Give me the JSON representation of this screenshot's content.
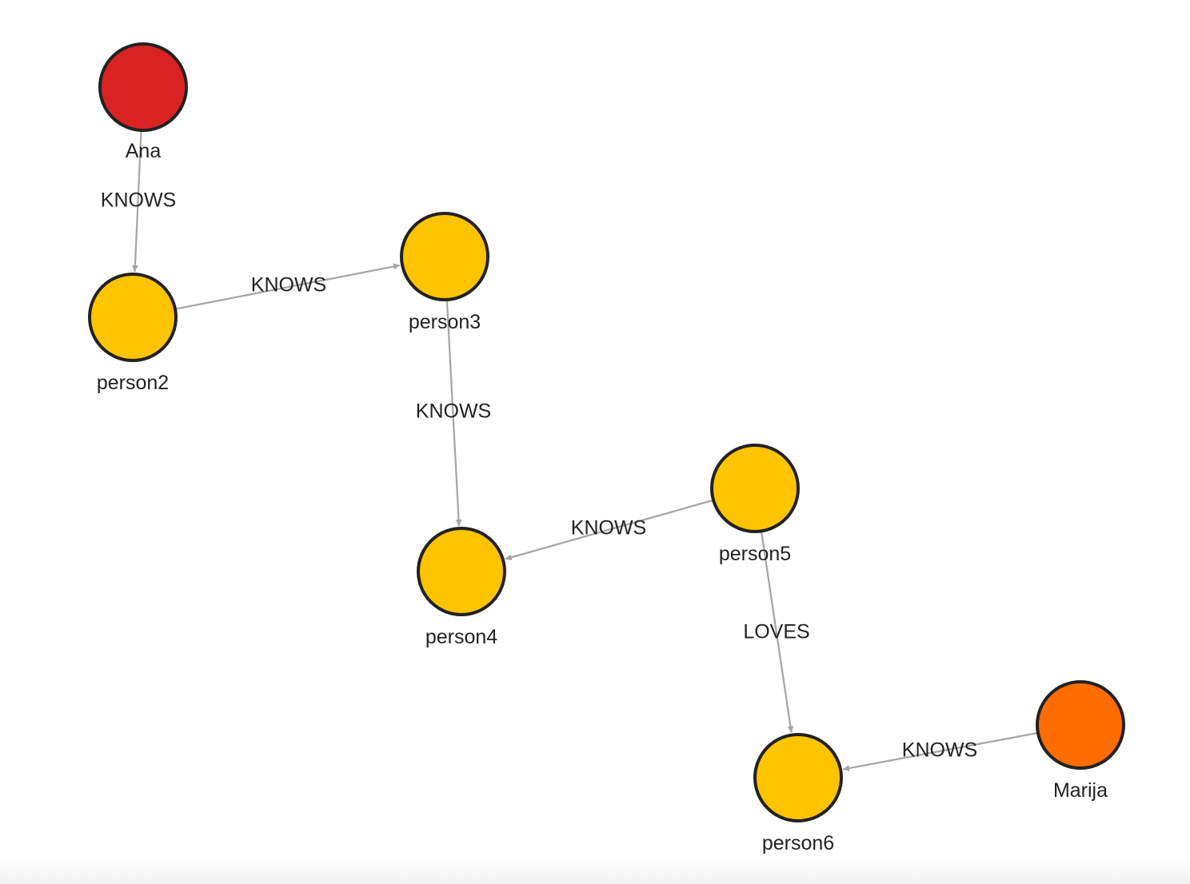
{
  "graph": {
    "nodes": [
      {
        "id": "ana",
        "label": "Ana",
        "color": "#d92323"
      },
      {
        "id": "person2",
        "label": "person2",
        "color": "#ffc400"
      },
      {
        "id": "person3",
        "label": "person3",
        "color": "#ffc400"
      },
      {
        "id": "person4",
        "label": "person4",
        "color": "#ffc400"
      },
      {
        "id": "person5",
        "label": "person5",
        "color": "#ffc400"
      },
      {
        "id": "person6",
        "label": "person6",
        "color": "#ffc400"
      },
      {
        "id": "marija",
        "label": "Marija",
        "color": "#ff6d00"
      }
    ],
    "edges": [
      {
        "from": "ana",
        "to": "person2",
        "label": "KNOWS"
      },
      {
        "from": "person2",
        "to": "person3",
        "label": "KNOWS"
      },
      {
        "from": "person3",
        "to": "person4",
        "label": "KNOWS"
      },
      {
        "from": "person5",
        "to": "person4",
        "label": "KNOWS"
      },
      {
        "from": "person5",
        "to": "person6",
        "label": "LOVES"
      },
      {
        "from": "marija",
        "to": "person6",
        "label": "KNOWS"
      }
    ],
    "edge_color": "#a5a5a5",
    "node_border_color": "#222222"
  }
}
